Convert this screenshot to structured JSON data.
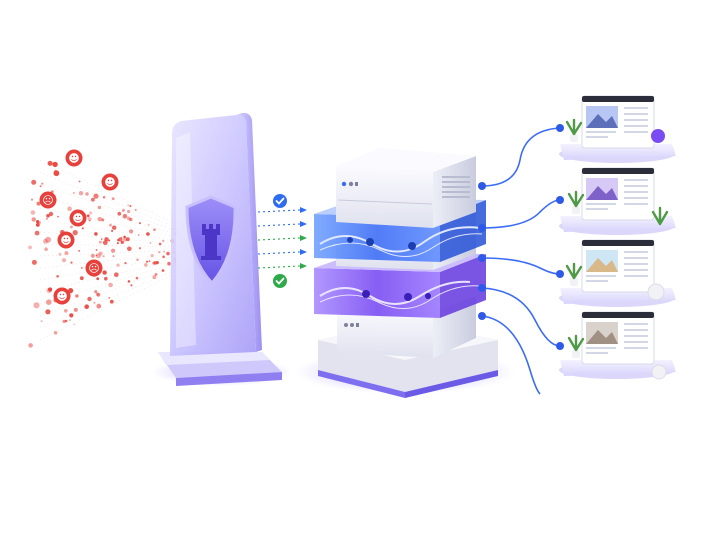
{
  "scene": {
    "threats": {
      "icons": [
        {
          "name": "robot-icon",
          "glyph": "☻"
        },
        {
          "name": "robot-icon",
          "glyph": "☻"
        },
        {
          "name": "angry-face-icon",
          "glyph": "☹"
        },
        {
          "name": "robot-icon",
          "glyph": "☻"
        },
        {
          "name": "robot-icon",
          "glyph": "☻"
        },
        {
          "name": "angry-face-icon",
          "glyph": "☹"
        },
        {
          "name": "robot-icon",
          "glyph": "☻"
        }
      ],
      "color": "#e8403a"
    },
    "shield": {
      "icon_name": "shield-icon",
      "emblem_name": "castle-tower-icon",
      "color": "#7b6cf0"
    },
    "verified": {
      "checks": [
        {
          "name": "check-icon",
          "color": "#2f6df0"
        },
        {
          "name": "check-icon",
          "color": "#2eaa4a"
        }
      ]
    },
    "server": {
      "icon_name": "server-rack-icon",
      "accent_blue": "#3b6cf6",
      "accent_purple": "#7a4cf2"
    },
    "clients": {
      "icons": [
        {
          "name": "browser-window-icon",
          "theme": "mountain"
        },
        {
          "name": "browser-window-icon",
          "theme": "mountain"
        },
        {
          "name": "browser-window-icon",
          "theme": "beach"
        },
        {
          "name": "browser-window-icon",
          "theme": "interior"
        }
      ]
    }
  }
}
